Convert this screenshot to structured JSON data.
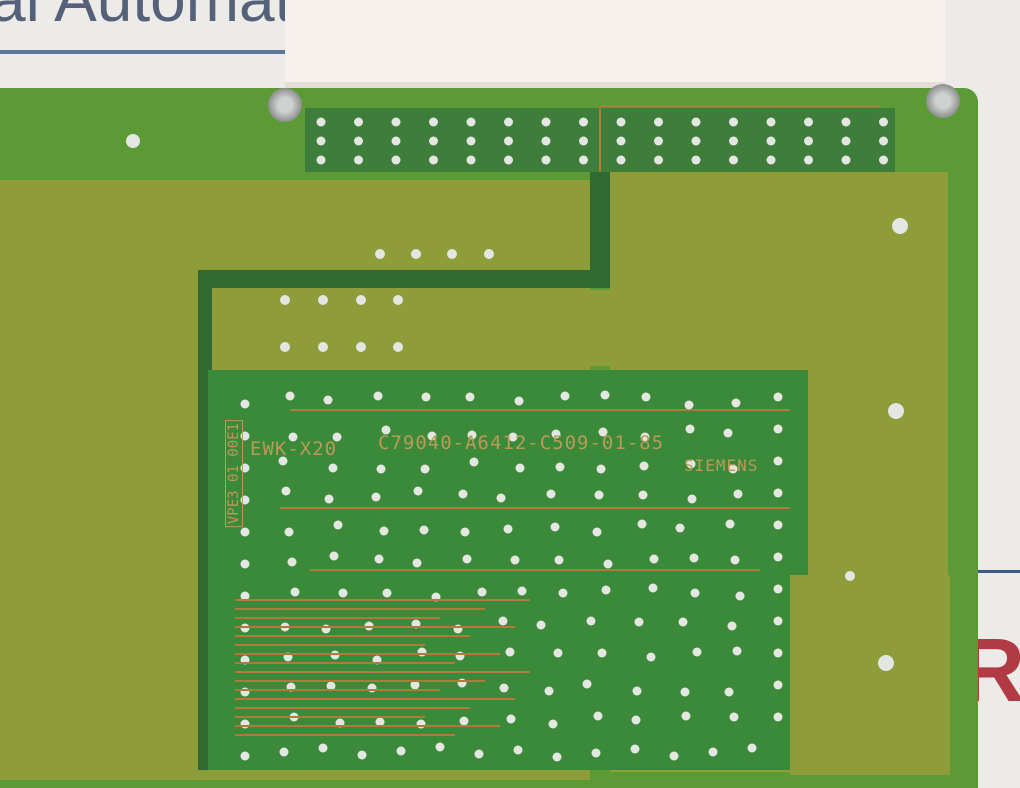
{
  "background": {
    "sign_text": "al Automation & Machinery",
    "partial_logo": "R"
  },
  "board": {
    "label_left": "EWK-X20",
    "part_number": "C79040-A6412-C509-01-85",
    "manufacturer": "SIEMENS",
    "vertical_code": "VPE3 01 00E1"
  },
  "colors": {
    "pcb": "#5b9a34",
    "copper": "#8f9c3a",
    "solder_mask": "#3b8a3a",
    "silkscreen": "#b99a5a",
    "trace": "#b07a3a"
  }
}
